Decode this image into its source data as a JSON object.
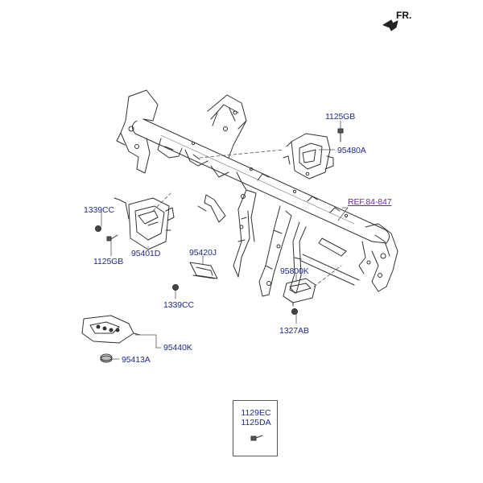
{
  "orientation_label": "FR.",
  "labels": {
    "p1125gb_top": "1125GB",
    "p95480a": "95480A",
    "ref_link": "REF.84-847",
    "p1339cc_left": "1339CC",
    "p1125gb_left": "1125GB",
    "p95401d": "95401D",
    "p95420j": "95420J",
    "p95800k": "95800K",
    "p1339cc_mid": "1339CC",
    "p1327ab": "1327AB",
    "p95440k": "95440K",
    "p95413a": "95413A"
  },
  "box": {
    "line1": "1129EC",
    "line2": "1125DA"
  }
}
